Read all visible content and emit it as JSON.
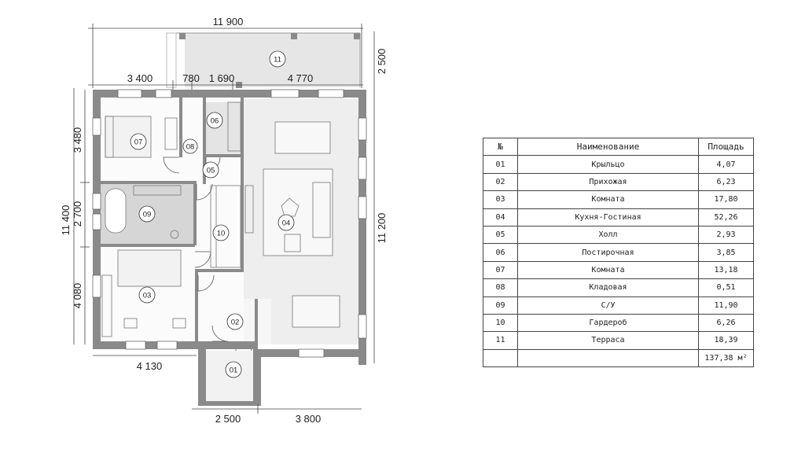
{
  "plan": {
    "dimensions": {
      "overall_width": "11 900",
      "top_3400": "3 400",
      "top_780": "780",
      "top_1690": "1 690",
      "top_4770": "4 770",
      "terrace_depth": "2 500",
      "left_total": "11 400",
      "left_3480": "3 480",
      "left_2700": "2 700",
      "left_4080": "4 080",
      "right_total": "11 200",
      "bottom_4130": "4 130",
      "bottom_2500": "2 500",
      "bottom_3800": "3 800"
    },
    "room_markers": {
      "r01": "01",
      "r02": "02",
      "r03": "03",
      "r04": "04",
      "r05": "05",
      "r06": "06",
      "r07": "07",
      "r08": "08",
      "r09": "09",
      "r10": "10",
      "r11": "11"
    },
    "colors": {
      "wall": "#8a8a8a",
      "wet_zone": "#d6d6d6",
      "living_floor": "#eeeeee",
      "terrace": "#e6e6e6"
    }
  },
  "table": {
    "headers": {
      "num": "№",
      "name": "Наименование",
      "area": "Площадь"
    },
    "rows": [
      {
        "num": "01",
        "name": "Крыльцо",
        "area": "4,07"
      },
      {
        "num": "02",
        "name": "Прихожая",
        "area": "6,23"
      },
      {
        "num": "03",
        "name": "Комната",
        "area": "17,80"
      },
      {
        "num": "04",
        "name": "Кухня-Гостиная",
        "area": "52,26"
      },
      {
        "num": "05",
        "name": "Холл",
        "area": "2,93"
      },
      {
        "num": "06",
        "name": "Постирочная",
        "area": "3,85"
      },
      {
        "num": "07",
        "name": "Комната",
        "area": "13,18"
      },
      {
        "num": "08",
        "name": "Кладовая",
        "area": "0,51"
      },
      {
        "num": "09",
        "name": "С/У",
        "area": "11,90"
      },
      {
        "num": "10",
        "name": "Гардероб",
        "area": "6,26"
      },
      {
        "num": "11",
        "name": "Терраса",
        "area": "18,39"
      }
    ],
    "total": {
      "num": "",
      "name": "",
      "area": "137,38 м²"
    }
  }
}
